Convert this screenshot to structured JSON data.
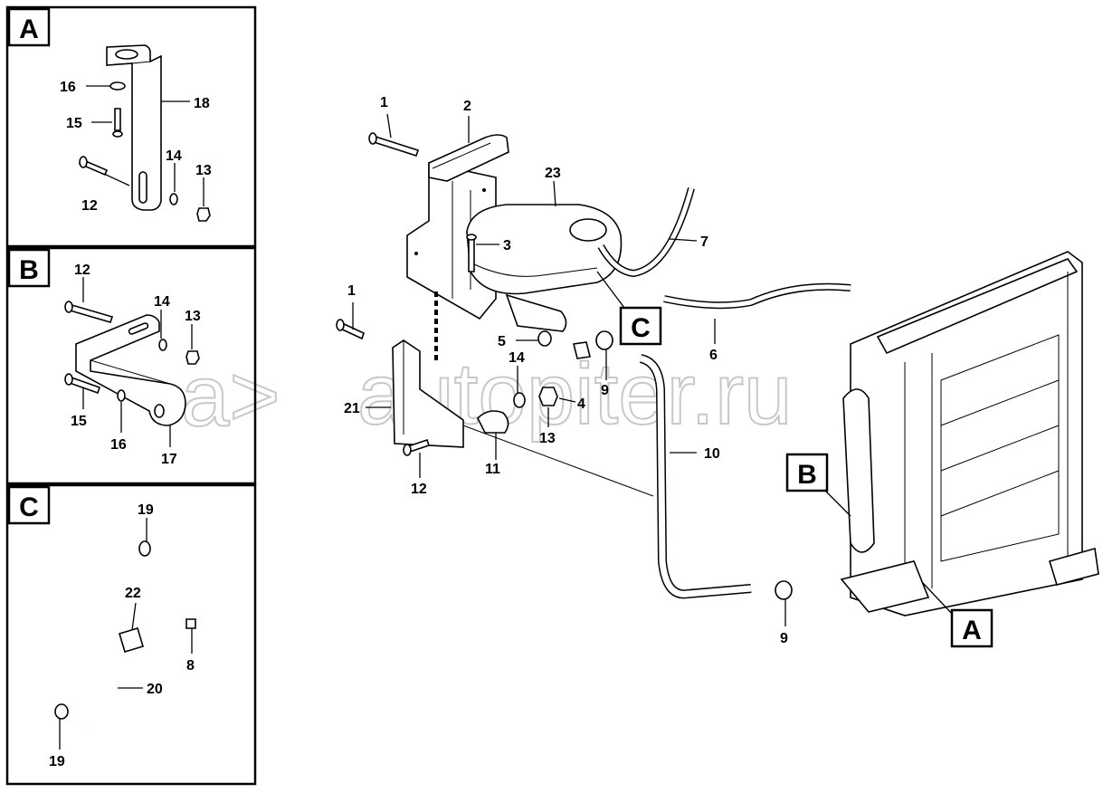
{
  "panels": {
    "a": {
      "letter": "A"
    },
    "b": {
      "letter": "B"
    },
    "c": {
      "letter": "C"
    }
  },
  "view_refs": [
    {
      "id": "c",
      "letter": "C"
    },
    {
      "id": "b",
      "letter": "B"
    },
    {
      "id": "a",
      "letter": "A"
    }
  ],
  "watermark": {
    "symbol": "a>",
    "text": "autopiter.ru"
  },
  "callouts": {
    "a": [
      "16",
      "15",
      "18",
      "14",
      "13",
      "12"
    ],
    "b": [
      "12",
      "14",
      "13",
      "15",
      "16",
      "17"
    ],
    "c": [
      "19",
      "22",
      "8",
      "20",
      "19"
    ],
    "main": [
      "1",
      "2",
      "23",
      "3",
      "7",
      "1",
      "5",
      "14",
      "4",
      "9",
      "6",
      "21",
      "13",
      "12",
      "11",
      "10",
      "9"
    ]
  }
}
